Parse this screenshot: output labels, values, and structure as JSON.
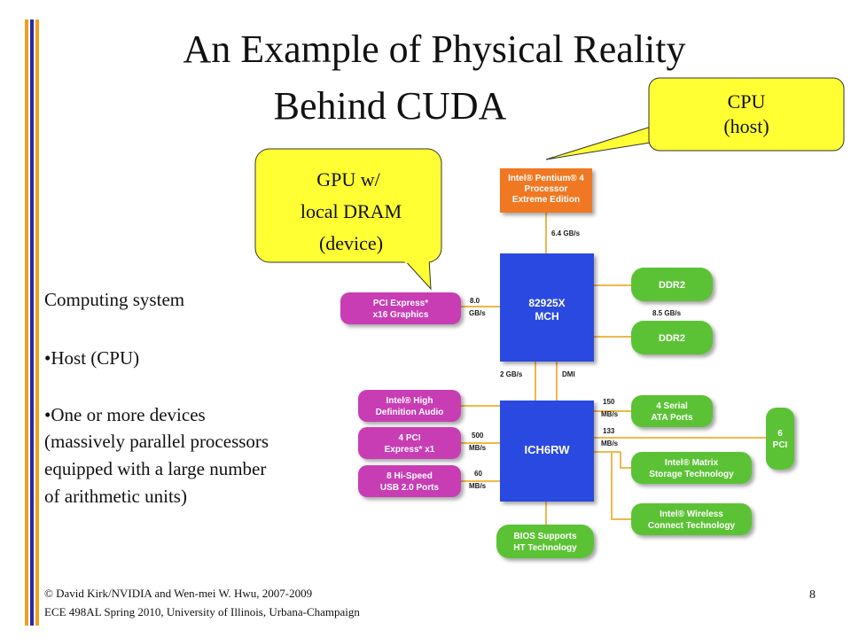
{
  "slide": {
    "title_line1": "An Example of Physical Reality",
    "title_line2": "Behind CUDA",
    "page_number": "8",
    "accent_bar_colors": [
      "#f0a020",
      "#2a2aa0"
    ]
  },
  "left_text": {
    "heading": "Computing system",
    "bullet1": "•Host (CPU)",
    "bullet2_line1": "•One or more devices",
    "bullet2_line2": "(massively parallel processors",
    "bullet2_line3": "equipped with a large number",
    "bullet2_line4": "of arithmetic units)"
  },
  "callouts": {
    "cpu": {
      "line1": "CPU",
      "line2": "(host)"
    },
    "gpu": {
      "line1": "GPU w/",
      "line2": "local DRAM",
      "line3": "(device)"
    }
  },
  "diagram": {
    "cpu_box": {
      "line1": "Intel® Pentium® 4",
      "line2": "Processor",
      "line3": "Extreme Edition"
    },
    "mch_box": {
      "line1": "82925X",
      "line2": "MCH"
    },
    "ich_box": {
      "label": "ICH6RW"
    },
    "pcie_graphics": {
      "line1": "PCI Express*",
      "line2": "x16 Graphics"
    },
    "ddr2_top": {
      "label": "DDR2"
    },
    "ddr2_bottom": {
      "label": "DDR2"
    },
    "hd_audio": {
      "line1": "Intel® High",
      "line2": "Definition Audio"
    },
    "pcie_x1": {
      "line1": "4 PCI",
      "line2": "Express* x1"
    },
    "usb": {
      "line1": "8 Hi-Speed",
      "line2": "USB 2.0 Ports"
    },
    "sata": {
      "line1": "4 Serial",
      "line2": "ATA Ports"
    },
    "matrix": {
      "line1": "Intel® Matrix",
      "line2": "Storage Technology"
    },
    "wireless": {
      "line1": "Intel® Wireless",
      "line2": "Connect Technology"
    },
    "bios": {
      "line1": "BIOS Supports",
      "line2": "HT Technology"
    },
    "pci6": {
      "line1": "6",
      "line2": "PCI"
    },
    "bandwidths": {
      "cpu_mch": "6.4 GB/s",
      "pcie_gfx_line1": "8.0",
      "pcie_gfx_line2": "GB/s",
      "ddr2": "8.5 GB/s",
      "mch_ich_left": "2 GB/s",
      "mch_ich_right": "DMI",
      "sata_line1": "150",
      "sata_line2": "MB/s",
      "pci_line1": "133",
      "pci_line2": "MB/s",
      "pcie_x1_line1": "500",
      "pcie_x1_line2": "MB/s",
      "usb_line1": "60",
      "usb_line2": "MB/s"
    },
    "colors": {
      "cpu": "#f07820",
      "hub": "#2a4ae0",
      "memory": "#5cc234",
      "io_magenta": "#c83cb4",
      "line": "#f0b848",
      "callout": "#ffff33"
    }
  },
  "footer": {
    "line1": "© David Kirk/NVIDIA and Wen-mei W. Hwu, 2007-2009",
    "line2": "ECE 498AL Spring 2010, University of Illinois, Urbana-Champaign"
  }
}
